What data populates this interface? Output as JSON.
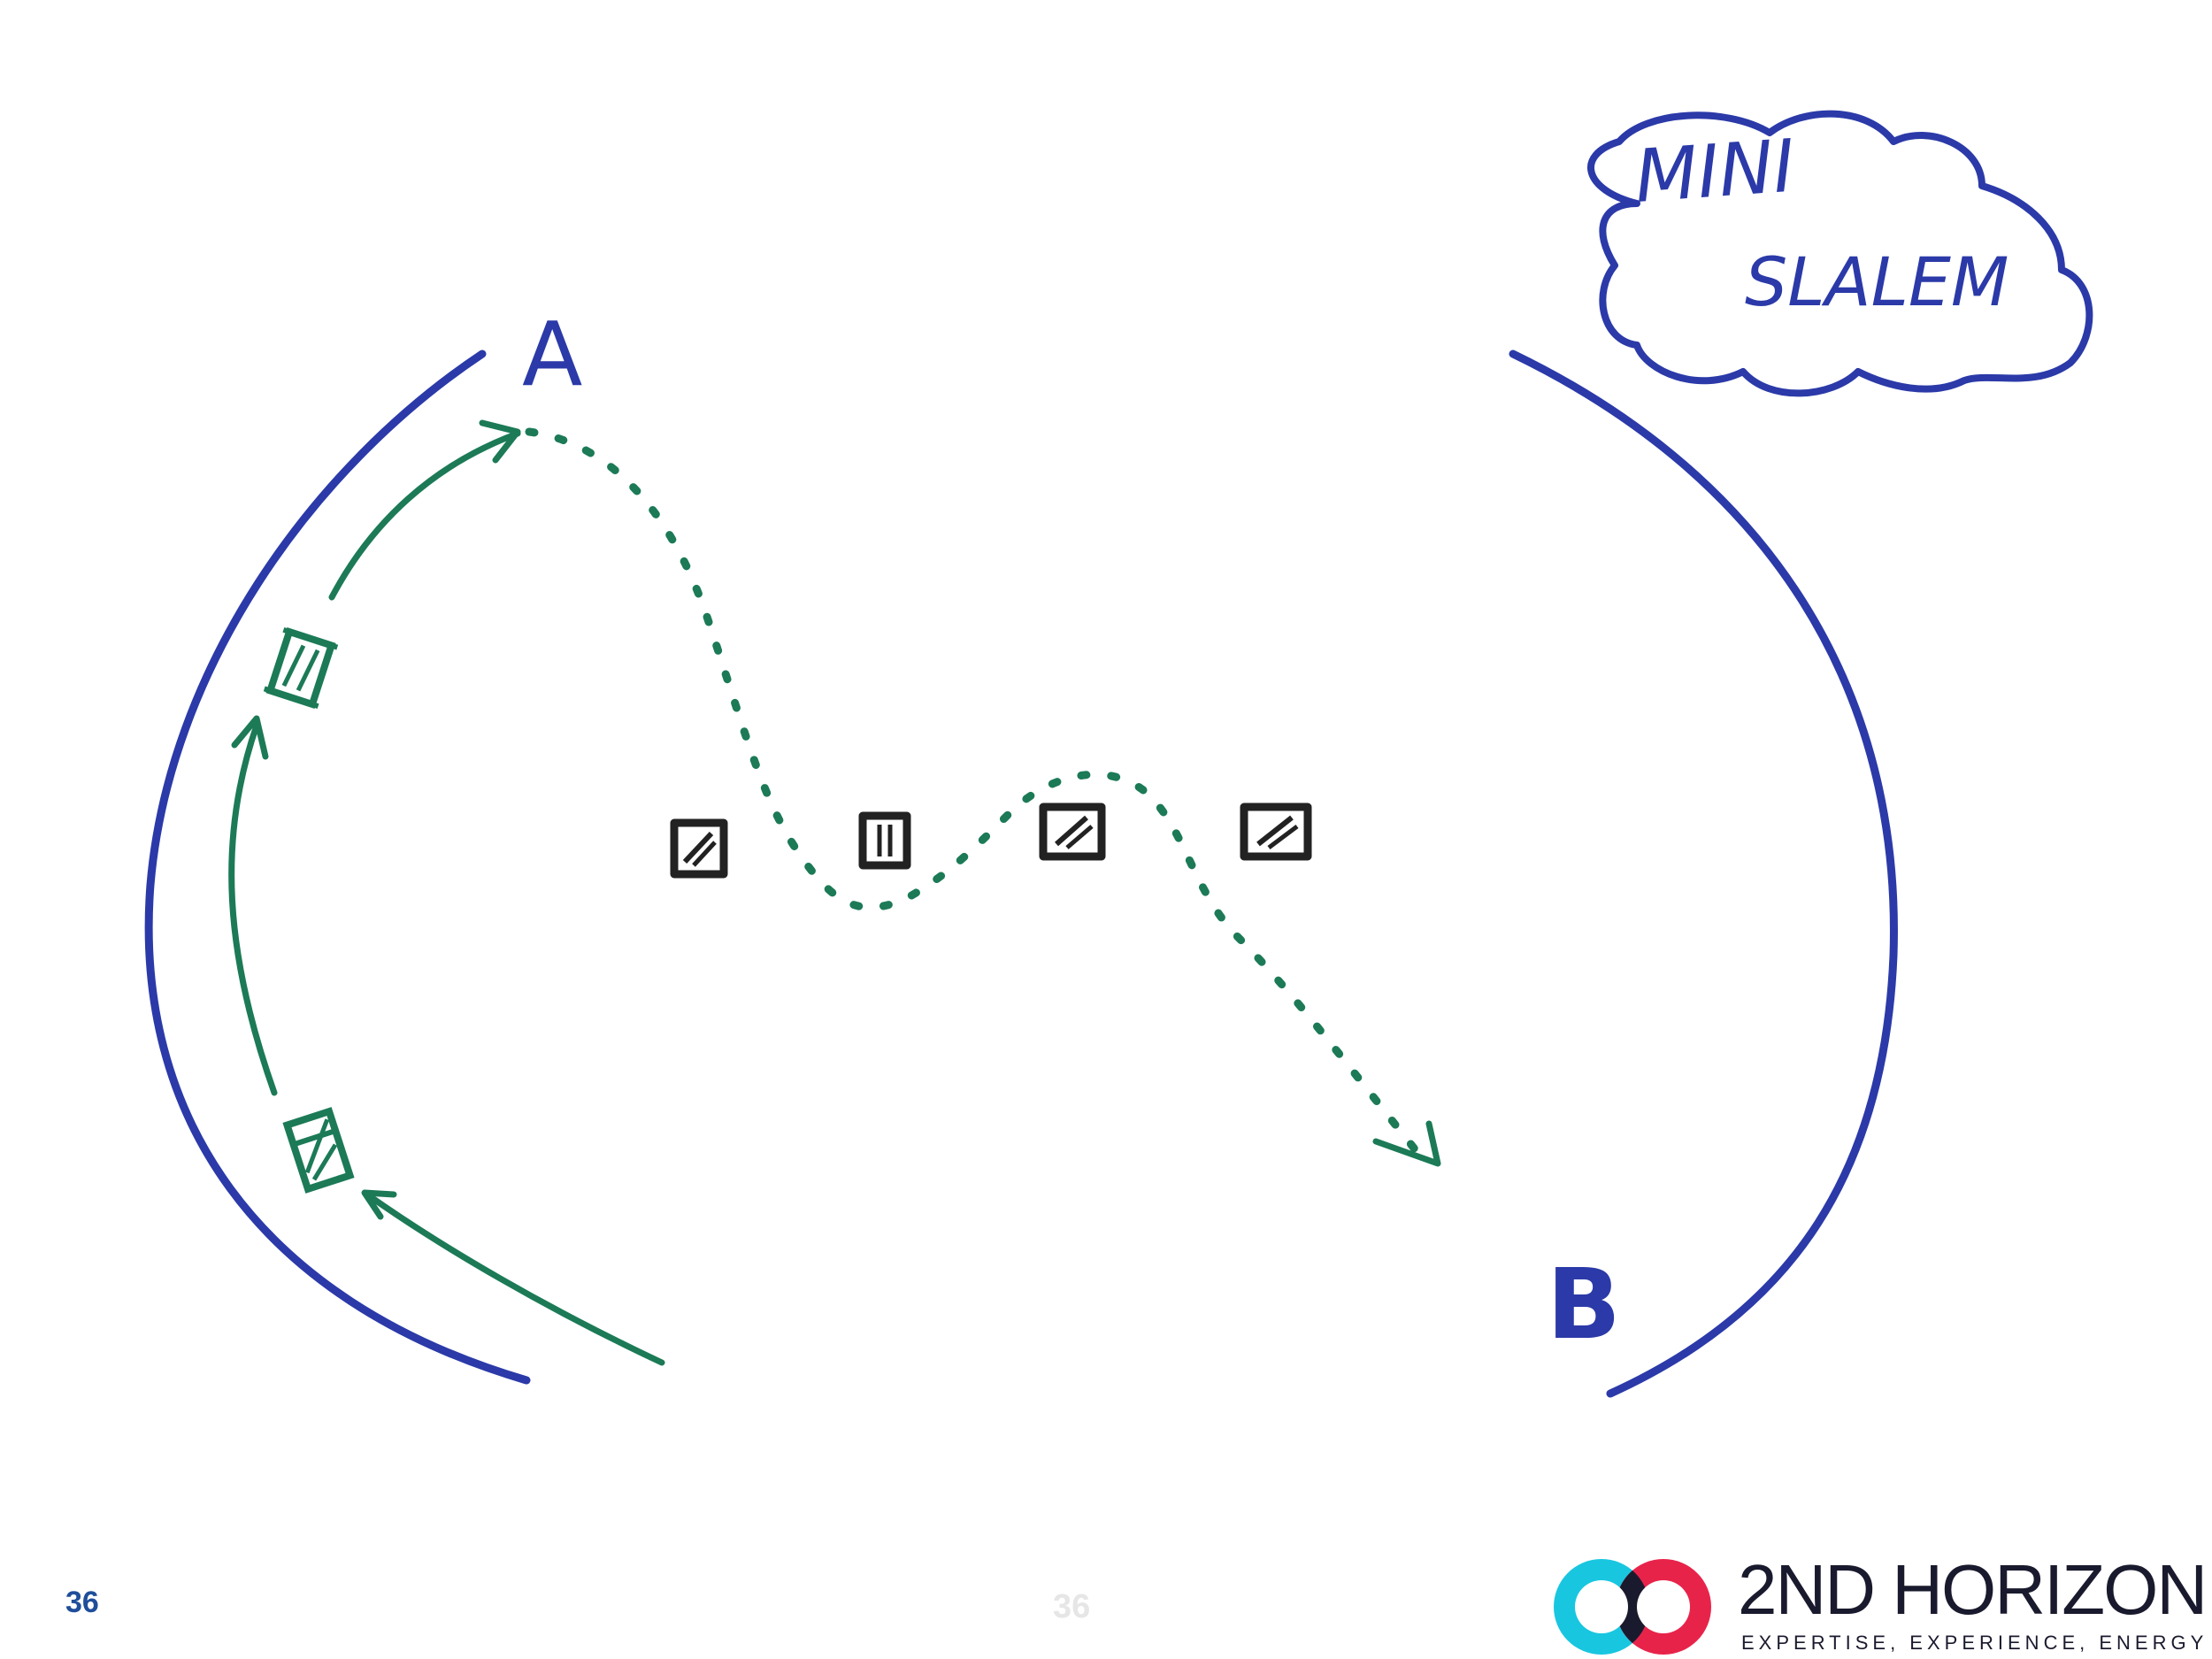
{
  "diagram": {
    "point_a_label": "A",
    "point_b_label": "B",
    "note_line1": "MINI",
    "note_line2": "SLALEM"
  },
  "footer": {
    "page_number": "36",
    "page_number_center": "36",
    "brand_name": "2ND HORIZON",
    "brand_tagline": "EXPERTISE, EXPERIENCE, ENERGY"
  },
  "colors": {
    "blue": "#2b3aa8",
    "green": "#1c7a57",
    "black": "#222222",
    "logo_cyan": "#19c6e0",
    "logo_red": "#e8234a",
    "logo_navy": "#1a1a2e"
  },
  "icons": [
    "cloud-shape",
    "pylon-marker",
    "slalem-block",
    "arrowhead"
  ]
}
